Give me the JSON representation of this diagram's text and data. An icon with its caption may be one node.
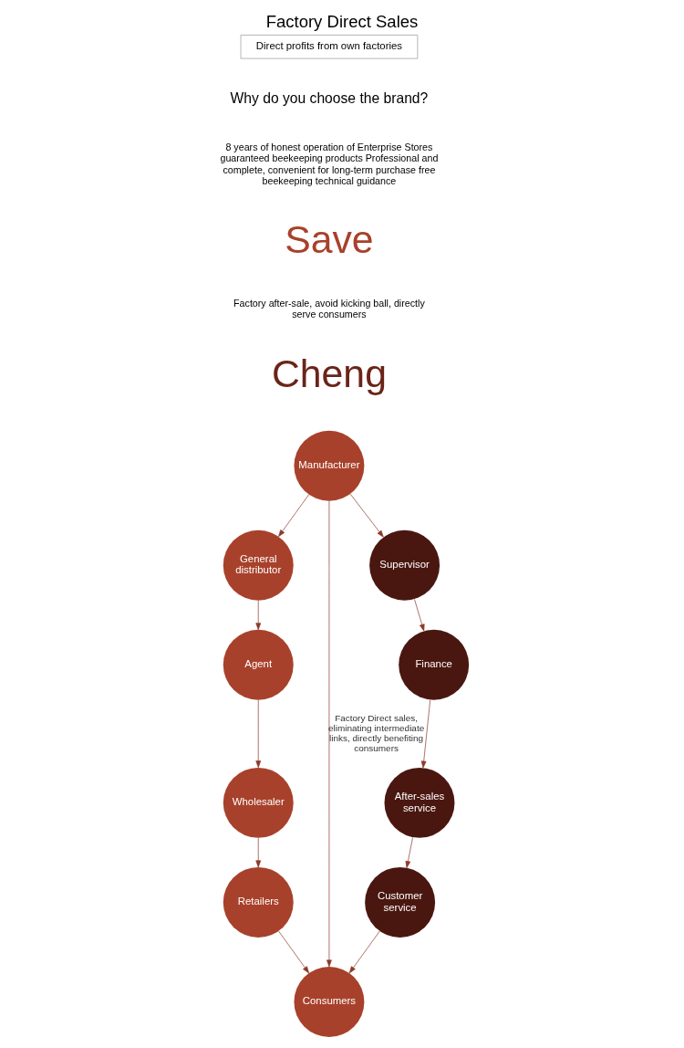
{
  "diagram": {
    "title": "Factory Direct Sales",
    "nodes": [
      {
        "text": [
          "Manufacturer"
        ]
      },
      {
        "text": [
          "General distributor"
        ]
      },
      {
        "text": [
          "Agent"
        ]
      },
      {
        "text": [
          "Wholesaler"
        ]
      },
      {
        "text": [
          "Retailers"
        ]
      },
      {
        "text": [
          "Consumers"
        ]
      },
      {
        "text": [
          "Supervisor"
        ]
      },
      {
        "text": [
          "Finance"
        ]
      },
      {
        "text": [
          "After-sales service"
        ]
      },
      {
        "text": [
          "Customer service"
        ]
      }
    ],
    "edges": [
      {
        "from": 0,
        "to": 1,
        "arrow": "to"
      },
      {
        "from": 1,
        "to": 2,
        "arrow": "to"
      },
      {
        "from": 2,
        "to": 3,
        "arrow": "to"
      },
      {
        "from": 3,
        "to": 4,
        "arrow": "to"
      },
      {
        "from": 4,
        "to": 5,
        "arrow": "to"
      },
      {
        "from": 0,
        "to": 5,
        "arrow": "to",
        "label": "Factory Direct sales, eliminating intermediate links, directly benefiting consumers"
      },
      {
        "from": 0,
        "to": 6,
        "arrow": "to"
      },
      {
        "from": 6,
        "to": 7,
        "arrow": "to"
      },
      {
        "from": 7,
        "to": 8,
        "arrow": "to"
      },
      {
        "from": 8,
        "to": 9,
        "arrow": "to"
      },
      {
        "from": 9,
        "to": 5,
        "arrow": "to"
      }
    ],
    "labels": [
      "Direct profits from own factories",
      "Why do you choose the brand?",
      "8 years of honest operation of Enterprise Stores guaranteed beekeeping products Professional and complete, convenient for long-term purchase free beekeeping technical guidance",
      "Save",
      "Factory after-sale, avoid kicking ball, directly serve consumers",
      "Cheng"
    ]
  }
}
